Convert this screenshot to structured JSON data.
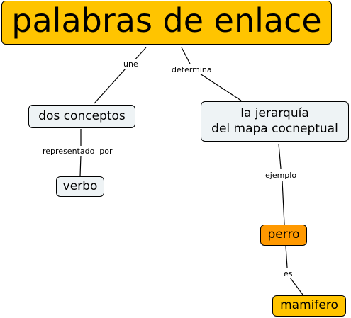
{
  "colors": {
    "title_fill": "#FFC400",
    "concept_fill": "#EEF3F5",
    "highlight_fill": "#FF9900",
    "leaf_fill": "#FFC400",
    "line": "#000000"
  },
  "nodes": {
    "title": "palabras de enlace",
    "dos_conceptos": "dos conceptos",
    "jerarquia_line1": "la jerarquía",
    "jerarquia_line2": "del mapa cocneptual",
    "verbo": "verbo",
    "perro": "perro",
    "mamifero": "mamifero"
  },
  "links": {
    "une": "une",
    "determina": "determina",
    "representado_por": "representado  por",
    "ejemplo": "ejemplo",
    "es": "es"
  }
}
